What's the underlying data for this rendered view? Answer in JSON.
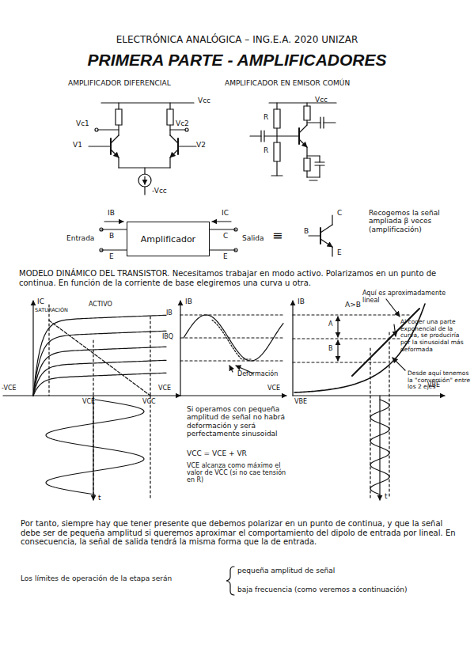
{
  "diagram": {
    "title": "PRIMERA PARTE - AMPLIFICADORES",
    "nodes": [
      {
        "text": [
          "Amplificador"
        ]
      }
    ],
    "labels": [
      "ELECTRÓNICA ANALÓGICA – ING.E.A. 2020 UNIZAR",
      "AMPLIFICADOR DIFERENCIAL",
      "Vcc",
      "Vc1",
      "V1",
      "Vc2",
      "V2",
      "-Vcc",
      "AMPLIFICADOR EN EMISOR COMÚN",
      "Vcc",
      "R",
      "R",
      "IB",
      "IC",
      "B",
      "E",
      "C",
      "E",
      "Entrada",
      "Salida",
      "≡",
      "B",
      "C",
      "E",
      "Recogemos la señal ampliada β veces (amplificación)",
      "MODELO DINÁMICO DEL TRANSISTOR. Necesitamos trabajar en modo activo. Polarizamos en un punto de continua. En función de la corriente de base elegiremos una curva u otra.",
      "IC",
      "SATURACIÓN",
      "ACTIVO",
      "VCE",
      "VCC",
      "VCE",
      "-VCE",
      "t",
      "IB",
      "IB",
      "IBQ",
      "Deformación",
      "VCE",
      "Si operamos con pequeña amplitud de señal no habrá deformación y será perfectamente sinusoidal",
      "VCC = VCE + VR",
      "VCE alcanza como máximo el valor de VCC (si no cae tensión en R)",
      "IB",
      "A>B",
      "A",
      "B",
      "Aquí es aproximadamente lineal",
      "Al coger una parte exponencial de la curva, se produciría por la sinusoidal más deformada",
      "Desde aquí tenemos la \"conversión\" entre los 2 ejes",
      "VBE",
      "VBE",
      "t",
      "Por tanto, siempre hay que tener presente que debemos polarizar en un punto de continua, y que la señal debe ser de pequeña amplitud si queremos aproximar el comportamiento del dipolo de entrada por lineal. En consecuencia, la señal de salida tendrá la misma forma que la de entrada.",
      "Los límites de operación de la etapa serán",
      "pequeña amplitud de señal",
      "baja frecuencia (como veremos a continuación)"
    ]
  }
}
